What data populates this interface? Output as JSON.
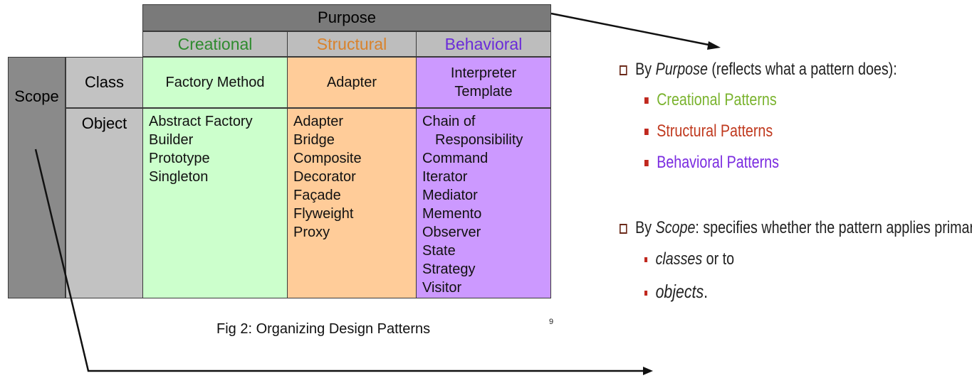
{
  "table": {
    "purpose_header": "Purpose",
    "categories": {
      "creational": {
        "label": "Creational",
        "color": "#2e8b2e"
      },
      "structural": {
        "label": "Structural",
        "color": "#d9822b"
      },
      "behavioral": {
        "label": "Behavioral",
        "color": "#6a2bd9"
      }
    },
    "scope_label": "Scope",
    "class_label": "Class",
    "object_label": "Object",
    "class_row": {
      "creational": [
        "Factory Method"
      ],
      "structural": [
        "Adapter"
      ],
      "behavioral": [
        "Interpreter",
        "Template"
      ]
    },
    "object_row": {
      "creational": [
        "Abstract Factory",
        "Builder",
        "Prototype",
        "Singleton"
      ],
      "structural": [
        "Adapter",
        "Bridge",
        "Composite",
        "Decorator",
        "Façade",
        "Flyweight",
        "Proxy"
      ],
      "behavioral": [
        "Chain of",
        "Responsibility",
        "Command",
        "Iterator",
        "Mediator",
        "Memento",
        "Observer",
        "State",
        "Strategy",
        "Visitor"
      ]
    }
  },
  "caption": "Fig 2: Organizing Design Patterns",
  "page_number": "9",
  "notes": {
    "purpose": {
      "prefix": "By ",
      "italic": "Purpose",
      "suffix": " (reflects what a pattern does):",
      "items": [
        {
          "label": "Creational Patterns",
          "color": "#7ab32e"
        },
        {
          "label": "Structural Patterns",
          "color": "#c0391e"
        },
        {
          "label": "Behavioral Patterns",
          "color": "#7a2be0"
        }
      ]
    },
    "scope": {
      "prefix": "By ",
      "italic": "Scope",
      "suffix": ": specifies whether the pattern applies primarily to",
      "item1_italic": "classes",
      "item1_suffix": " or to",
      "item2_italic": "objects",
      "item2_suffix": "."
    }
  }
}
